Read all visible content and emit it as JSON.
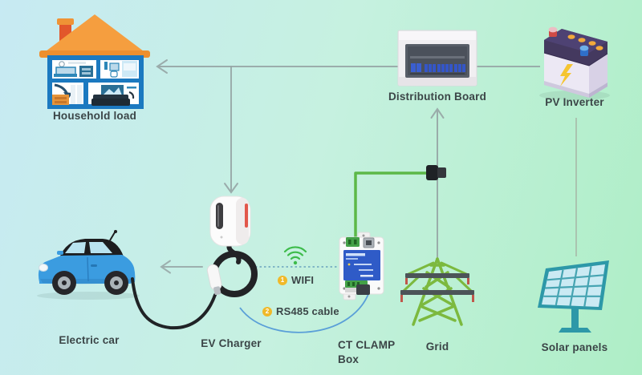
{
  "diagram": {
    "nodes": {
      "household_load": {
        "label": "Household load",
        "icon": "house-icon"
      },
      "distribution_board": {
        "label": "Distribution Board",
        "icon": "distribution-board-icon"
      },
      "pv_inverter": {
        "label": "PV Inverter",
        "icon": "battery-icon"
      },
      "electric_car": {
        "label": "Electric car",
        "icon": "car-icon"
      },
      "ev_charger": {
        "label": "EV Charger",
        "icon": "ev-charger-icon"
      },
      "ct_clamp_box": {
        "label_line1": "CT CLAMP",
        "label_line2": "Box",
        "icon": "ct-clamp-box-icon"
      },
      "grid": {
        "label": "Grid",
        "icon": "transmission-tower-icon"
      },
      "solar_panels": {
        "label": "Solar panels",
        "icon": "solar-panel-icon"
      }
    },
    "annotations": {
      "wifi": {
        "badge": "1",
        "label": "WIFI",
        "icon": "wifi-icon"
      },
      "rs485": {
        "badge": "2",
        "label": "RS485 cable"
      }
    },
    "colors": {
      "bg_blue": "#c7eaf3",
      "bg_green": "#aeeec6",
      "arrow_gray": "#96a5a5",
      "cable_green": "#5cb848",
      "cable_blue": "#5a9fd8",
      "wifi_green": "#3dbb4a",
      "badge_yellow": "#f0b929",
      "label_text": "#3b4547"
    }
  }
}
